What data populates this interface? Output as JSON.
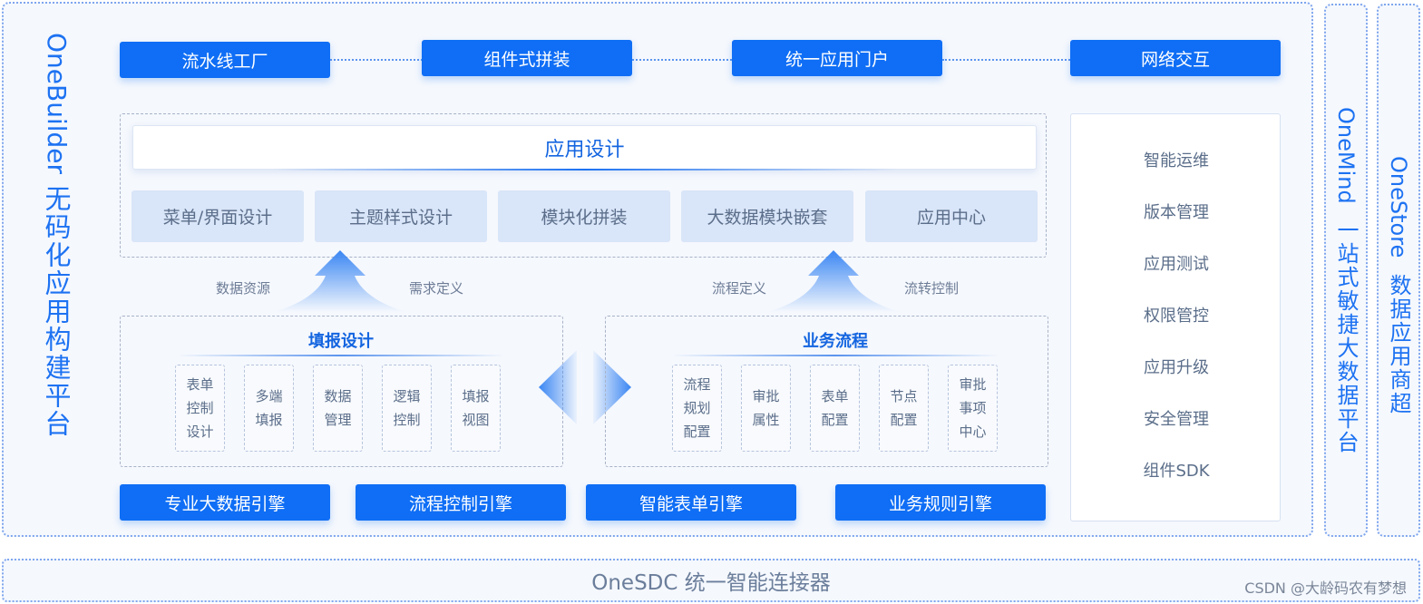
{
  "onebuilder": {
    "latin": "OneBuilder",
    "cjk": "无码化应用构建平台"
  },
  "onemind": {
    "latin": "OneMind",
    "cjk": "一站式敏捷大数据平台"
  },
  "onestore": {
    "latin": "OneStore",
    "cjk": "数据应用商超"
  },
  "top_buttons": [
    "流水线工厂",
    "组件式拼装",
    "统一应用门户",
    "网络交互"
  ],
  "app_design": {
    "title": "应用设计",
    "modules": [
      "菜单/界面设计",
      "主题样式设计",
      "模块化拼装",
      "大数据模块嵌套",
      "应用中心"
    ]
  },
  "arrow_labels": [
    "数据资源",
    "需求定义",
    "流程定义",
    "流转控制"
  ],
  "fill_design": {
    "title": "填报设计",
    "cards": [
      "表单\n控制\n设计",
      "多端\n填报",
      "数据\n管理",
      "逻辑\n控制",
      "填报\n视图"
    ]
  },
  "business_flow": {
    "title": "业务流程",
    "cards": [
      "流程\n规划\n配置",
      "审批\n属性",
      "表单\n配置",
      "节点\n配置",
      "审批\n事项\n中心"
    ]
  },
  "engines": [
    "专业大数据引擎",
    "流程控制引擎",
    "智能表单引擎",
    "业务规则引擎"
  ],
  "side_items": [
    "智能运维",
    "版本管理",
    "应用测试",
    "权限管控",
    "应用升级",
    "安全管理",
    "组件SDK"
  ],
  "bottom_bar": "OneSDC 统一智能连接器",
  "watermark": "CSDN @大龄码农有梦想",
  "colors": {
    "primary": "#0f6ef5",
    "panel_border": "#7fa6ee",
    "module_bg": "#d9e5f8"
  }
}
